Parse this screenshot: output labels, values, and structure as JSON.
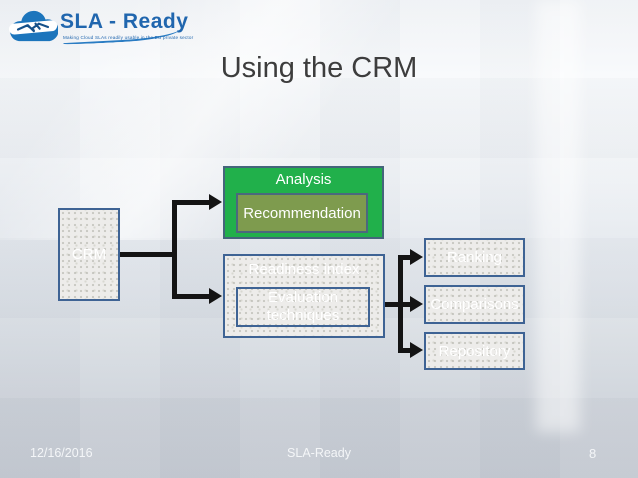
{
  "logo": {
    "title": "SLA - Ready",
    "tagline": "Making Cloud SLAs readily usable in the EU private sector",
    "icon": "cloud-handshake-icon"
  },
  "slide": {
    "title": "Using the CRM"
  },
  "diagram": {
    "nodes": {
      "crm": {
        "label": "CRM"
      },
      "analysis": {
        "label": "Analysis"
      },
      "recommendation": {
        "label": "Recommendation"
      },
      "readiness_index": {
        "label": "Readiness index"
      },
      "evaluation_techniques": {
        "label": "Evaluation techniques"
      },
      "ranking": {
        "label": "Ranking"
      },
      "comparisons": {
        "label": "Comparisons"
      },
      "repository": {
        "label": "Repository"
      }
    },
    "colors": {
      "analysis_fill": "#21b04b",
      "recommendation_fill": "#7e9b4e",
      "speckle_box_border": "#3e6394",
      "connector": "#141414"
    }
  },
  "footer": {
    "date": "12/16/2016",
    "project": "SLA-Ready",
    "page_number": "8"
  }
}
